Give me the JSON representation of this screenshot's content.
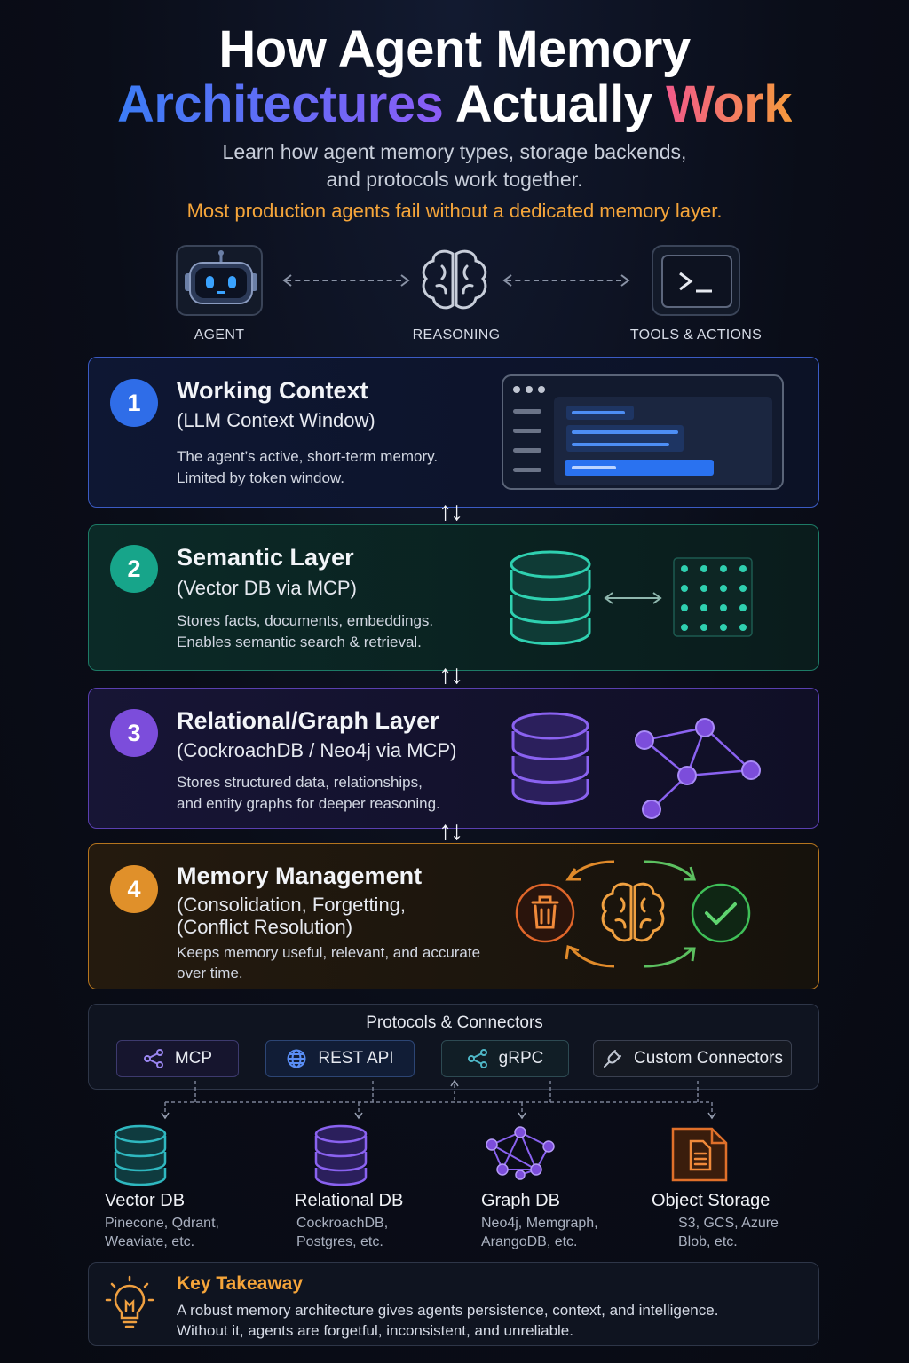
{
  "header": {
    "title_line1": "How Agent Memory",
    "title_line2_part1": "Architectures",
    "title_line2_part2": "Actually",
    "title_line2_part3": "Work",
    "subtitle_line1": "Learn how agent memory types, storage backends,",
    "subtitle_line2": "and protocols work together.",
    "warning": "Most production agents fail without a dedicated memory layer."
  },
  "flow": {
    "agent": "AGENT",
    "reasoning": "REASONING",
    "tools": "TOOLS & ACTIONS"
  },
  "layers": [
    {
      "number": "1",
      "title": "Working Context",
      "subtitle": "(LLM Context Window)",
      "desc_line1": "The agent’s active, short-term memory.",
      "desc_line2": "Limited by token window.",
      "color": "#2f6de8"
    },
    {
      "number": "2",
      "title": "Semantic Layer",
      "subtitle": "(Vector DB via MCP)",
      "desc_line1": "Stores facts, documents, embeddings.",
      "desc_line2": "Enables semantic search & retrieval.",
      "color": "#17a58a"
    },
    {
      "number": "3",
      "title": "Relational/Graph Layer",
      "subtitle": "(CockroachDB / Neo4j via MCP)",
      "desc_line1": "Stores structured data, relationships,",
      "desc_line2": "and entity graphs for deeper reasoning.",
      "color": "#7c4ddb"
    },
    {
      "number": "4",
      "title": "Memory Management",
      "subtitle_line1": "(Consolidation, Forgetting,",
      "subtitle_line2": "(Conflict Resolution)",
      "desc_line1": "Keeps memory useful, relevant, and accurate",
      "desc_line2": "over time.",
      "color": "#e0902a"
    }
  ],
  "protocols": {
    "title": "Protocols & Connectors",
    "items": [
      {
        "label": "MCP",
        "icon": "share-icon"
      },
      {
        "label": "REST API",
        "icon": "globe-icon"
      },
      {
        "label": "gRPC",
        "icon": "share-icon"
      },
      {
        "label": "Custom Connectors",
        "icon": "plug-icon"
      }
    ]
  },
  "storage": [
    {
      "title": "Vector DB",
      "line1": "Pinecone, Qdrant,",
      "line2": "Weaviate, etc."
    },
    {
      "title": "Relational DB",
      "line1": "CockroachDB,",
      "line2": "Postgres, etc."
    },
    {
      "title": "Graph DB",
      "line1": "Neo4j, Memgraph,",
      "line2": "ArangoDB, etc."
    },
    {
      "title": "Object Storage",
      "line1": "S3, GCS, Azure",
      "line2": "Blob, etc."
    }
  ],
  "takeaway": {
    "title": "Key Takeaway",
    "line1": "A robust memory architecture gives agents persistence, context, and intelligence.",
    "line2": "Without it, agents are forgetful, inconsistent, and unreliable."
  },
  "colors": {
    "blue": "#2f6de8",
    "teal": "#17a58a",
    "purple": "#7c4ddb",
    "orange": "#e0902a",
    "warning": "#f5a53a"
  }
}
